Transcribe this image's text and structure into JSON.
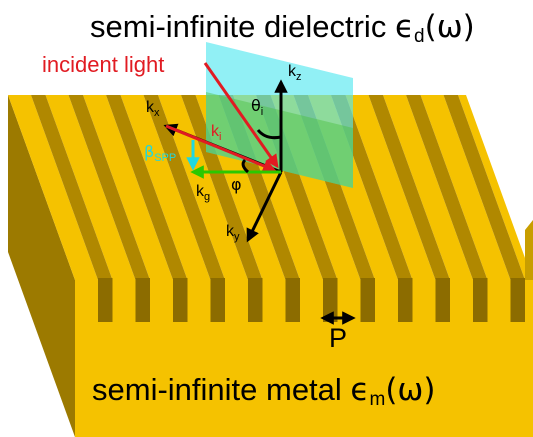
{
  "top_label": {
    "text": "semi-infinite dielectric ",
    "eps": "ϵ",
    "sub": "d",
    "arg": "(ω)"
  },
  "bottom_label": {
    "text": "semi-infinite metal ",
    "eps": "ϵ",
    "sub": "m",
    "arg": "(ω)"
  },
  "incident_label": "incident light",
  "vectors": {
    "kz": {
      "k": "k",
      "sub": "z"
    },
    "kx": {
      "k": "k",
      "sub": "x"
    },
    "ki": {
      "k": "k",
      "sub": "i"
    },
    "kg": {
      "k": "k",
      "sub": "g"
    },
    "ky": {
      "k": "k",
      "sub": "y"
    },
    "theta": {
      "sym": "θ",
      "sub": "i"
    },
    "phi": "φ",
    "beta": {
      "sym": "β",
      "sub": "SPP"
    }
  },
  "period_label": "P",
  "colors": {
    "gold": "#F5C200",
    "gold_dark": "#B08800",
    "gold_darker": "#8C6C00",
    "incident": "#E11B22",
    "beta": "#1FD8E0",
    "kg_arrow": "#2BC800",
    "plane_cyan": "#56E8F0",
    "plane_green": "#4CC040",
    "text": "#000000"
  }
}
